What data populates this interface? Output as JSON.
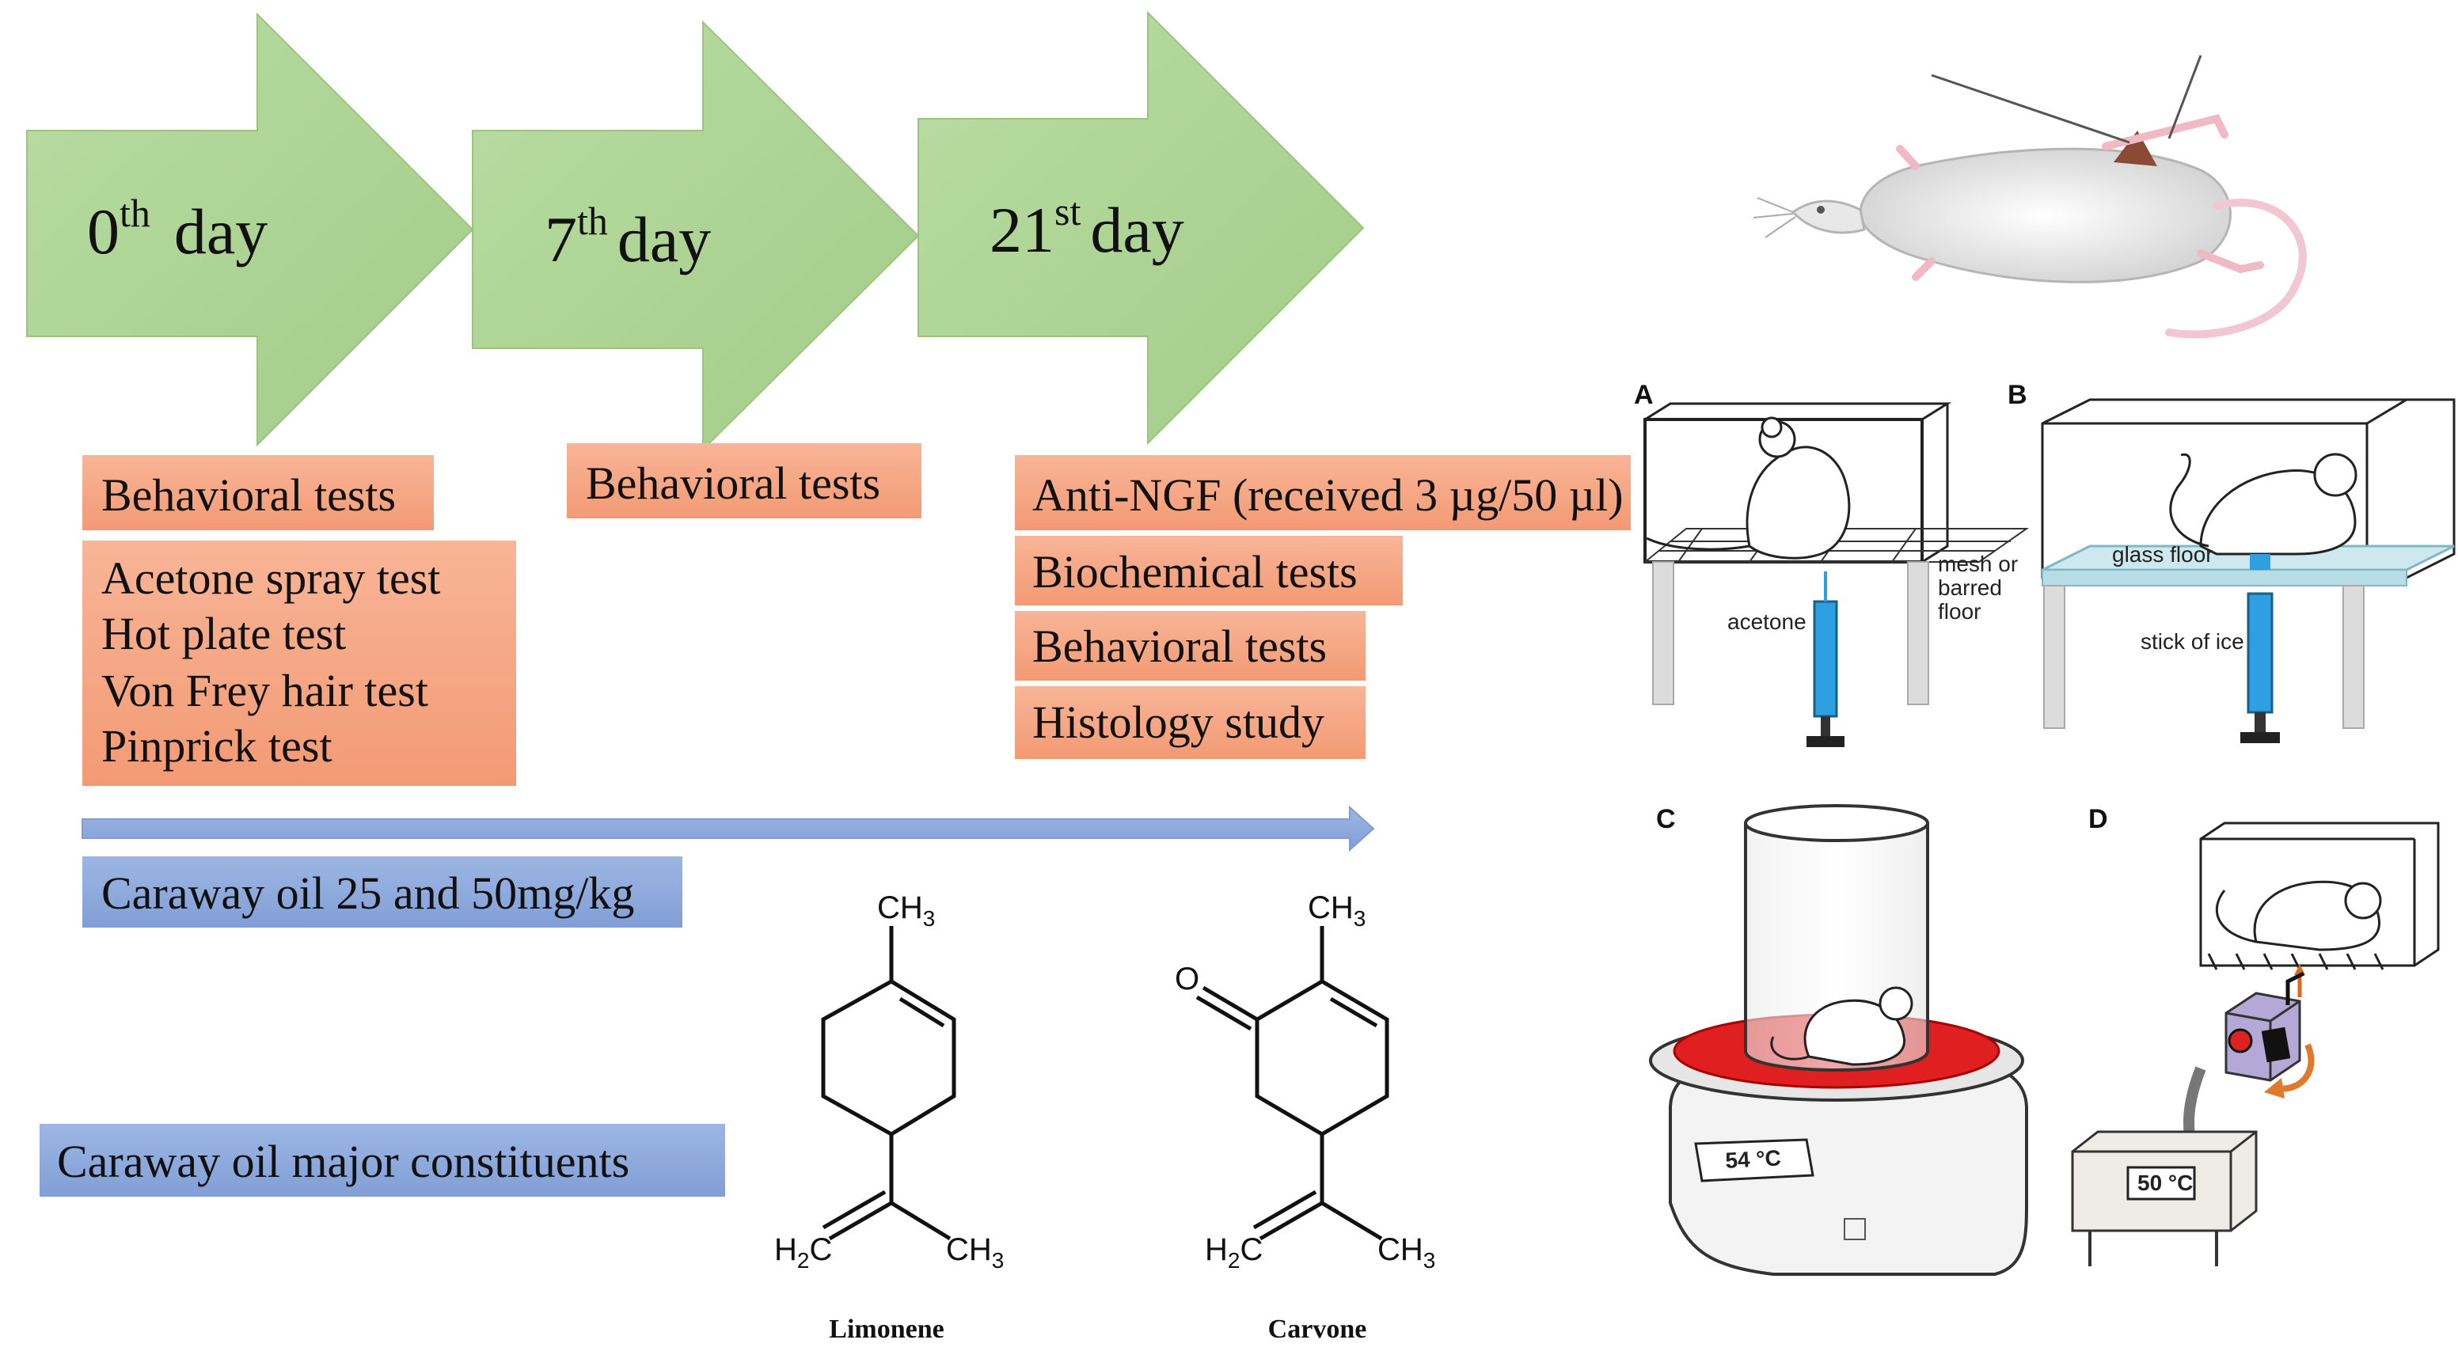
{
  "timeline": {
    "days": [
      {
        "num": "0",
        "sup": "th",
        "word": "day"
      },
      {
        "num": "7",
        "sup": "th",
        "word": "day"
      },
      {
        "num": "21",
        "sup": "st",
        "word": "day"
      }
    ],
    "day0_box": "Behavioral tests",
    "day0_tests": [
      "Acetone spray test",
      "Hot plate test",
      "Von Frey hair test",
      "Pinprick test"
    ],
    "day7_box": "Behavioral tests",
    "day21_boxes": [
      "Anti-NGF (received 3 µg/50 µl)",
      "Biochemical tests",
      "Behavioral tests",
      "Histology study"
    ],
    "treatment": "Caraway oil 25 and 50mg/kg",
    "constituents_title": "Caraway oil major constituents"
  },
  "chemicals": [
    {
      "name": "Limonene",
      "top": {
        "main": "CH",
        "sub": "3"
      },
      "left": {
        "main": "H",
        "sub": "2",
        "tail": "C"
      },
      "right": {
        "main": "CH",
        "sub": "3"
      }
    },
    {
      "name": "Carvone",
      "oxygen": "O",
      "top": {
        "main": "CH",
        "sub": "3"
      },
      "left": {
        "main": "H",
        "sub": "2",
        "tail": "C"
      },
      "right": {
        "main": "CH",
        "sub": "3"
      }
    }
  ],
  "panels": {
    "A": {
      "letter": "A",
      "floor_label": [
        "mesh or",
        "barred",
        "floor"
      ],
      "stimulus": "acetone"
    },
    "B": {
      "letter": "B",
      "floor_label": "glass floor",
      "stimulus": "stick of ice"
    },
    "C": {
      "letter": "C",
      "temperature": "54 °C"
    },
    "D": {
      "letter": "D",
      "temperature": "50 °C"
    }
  },
  "colors": {
    "arrow_fill": "#a9d18e",
    "box_fill": "#f4a582",
    "blue_fill": "#8faadc",
    "plate_red": "#e02020"
  }
}
